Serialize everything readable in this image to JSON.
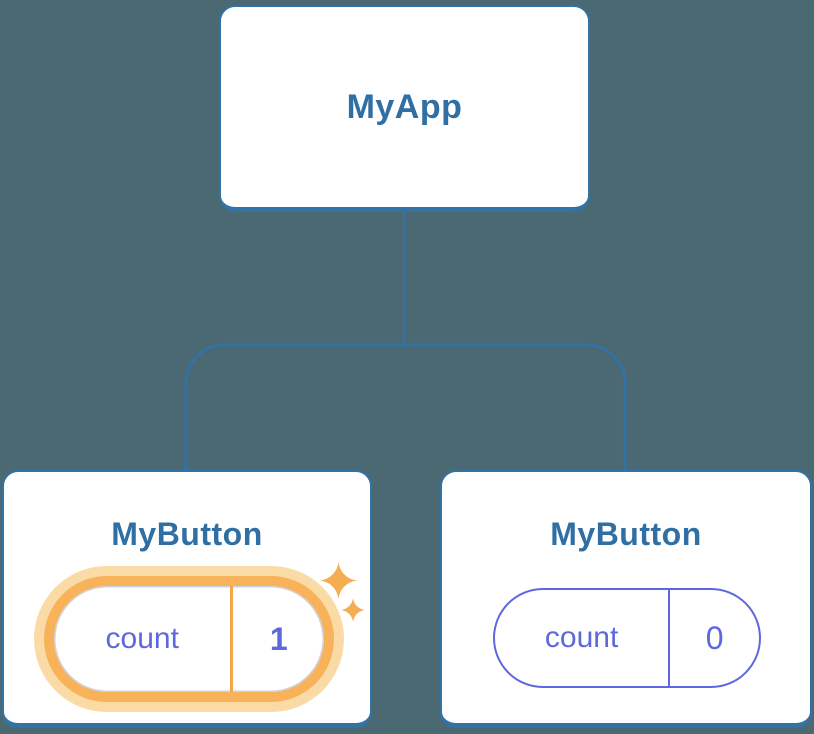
{
  "colors": {
    "background": "#4B6972",
    "node_border_blue": "#3272A4",
    "component_name_blue": "#2F6FA3",
    "state_purple": "#5E68DE",
    "highlight_orange": "#F8B35A",
    "highlight_halo": "#FAD9A1",
    "highlight_divider": "#F2A84D",
    "sparkle_orange": "#F5AD52",
    "node_fill": "#FFFFFF"
  },
  "tree": {
    "root": {
      "label": "MyApp"
    },
    "children": [
      {
        "label": "MyButton",
        "highlighted": true,
        "state": {
          "key": "count",
          "value": "1"
        }
      },
      {
        "label": "MyButton",
        "highlighted": false,
        "state": {
          "key": "count",
          "value": "0"
        }
      }
    ]
  }
}
